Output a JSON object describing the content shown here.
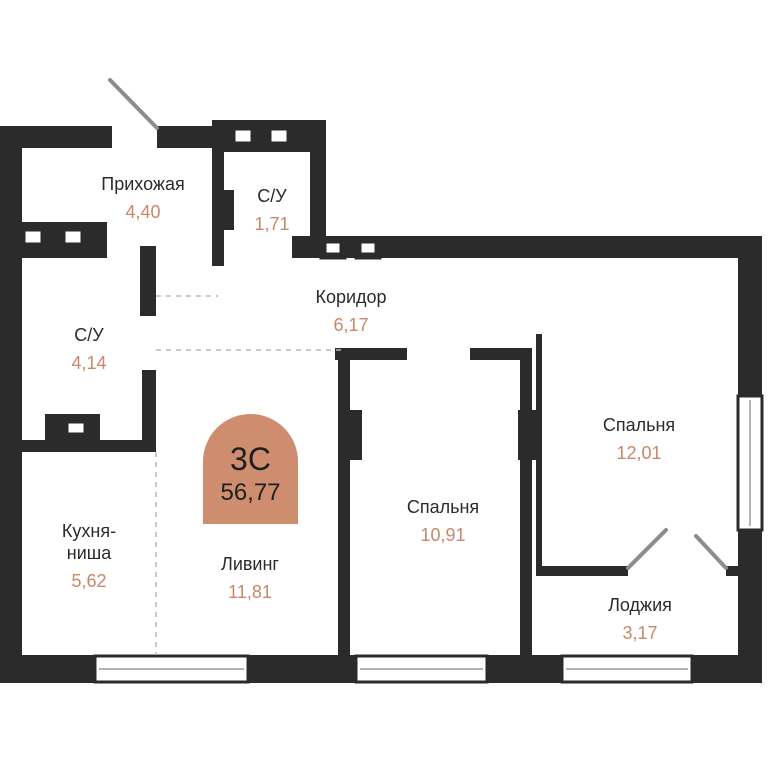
{
  "apartment": {
    "type": "3С",
    "total_area": "56,77",
    "badge_color": "#cf8d6f"
  },
  "rooms": [
    {
      "key": "hall",
      "name": "Прихожая",
      "area": "4,40"
    },
    {
      "key": "bath_small",
      "name": "С/У",
      "area": "1,71"
    },
    {
      "key": "corridor",
      "name": "Коридор",
      "area": "6,17"
    },
    {
      "key": "bath",
      "name": "С/У",
      "area": "4,14"
    },
    {
      "key": "bedroom_large",
      "name": "Спальня",
      "area": "12,01"
    },
    {
      "key": "bedroom",
      "name": "Спальня",
      "area": "10,91"
    },
    {
      "key": "kitchen",
      "name": "Кухня-\nниша",
      "area": "5,62"
    },
    {
      "key": "living",
      "name": "Ливинг",
      "area": "11,81"
    },
    {
      "key": "loggia",
      "name": "Лоджия",
      "area": "3,17"
    }
  ],
  "colors": {
    "wall": "#2b2b2b",
    "area_text": "#c8876a"
  }
}
